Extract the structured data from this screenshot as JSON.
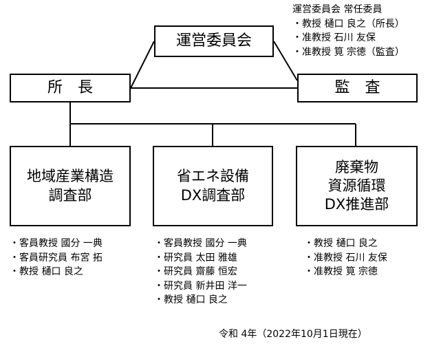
{
  "top_committee": "運営委員会",
  "director": "所　長",
  "auditor": "監　査",
  "standing_members": {
    "title": "運営委員会 常任委員",
    "members": [
      "・教授 樋口 良之（所長）",
      "・准教授 石川 友保",
      "・准教授 筧 宗徳（監査）"
    ]
  },
  "departments": [
    {
      "name": "地域産業構造\n調査部",
      "members": [
        "・客員教授 國分 一典",
        "・客員研究員 布宮 拓",
        "・教授 樋口 良之"
      ]
    },
    {
      "name": "省エネ設備\nDX調査部",
      "members": [
        "・客員教授 國分 一典",
        "・研究員 太田 雅雄",
        "・研究員 齋藤 恒宏",
        "・研究員 新井田 洋一",
        "・教授 樋口 良之"
      ]
    },
    {
      "name": "廃棄物\n資源循環\nDX推進部",
      "members": [
        "・教授 樋口 良之",
        "・准教授 石川 友保",
        "・准教授 筧 宗徳"
      ]
    }
  ],
  "footer_date": "令和 4年（2022年10月1日現在）"
}
